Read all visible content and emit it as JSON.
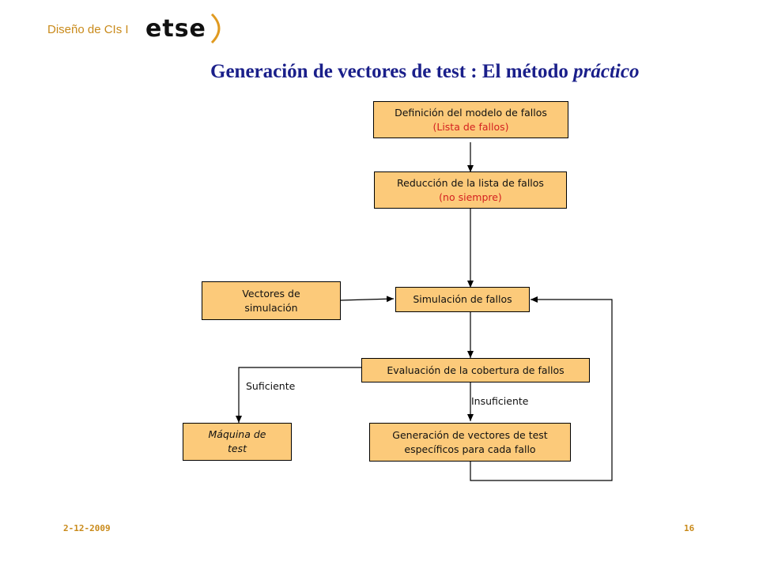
{
  "header": {
    "course": "Diseño de CIs I",
    "logo_text": "etse"
  },
  "title": {
    "main": "Generación de vectores de test : El método",
    "emphasis": "práctico"
  },
  "boxes": {
    "definicion": {
      "line1": "Definición del modelo de fallos",
      "line2": "(Lista de fallos)"
    },
    "reduccion": {
      "line1": "Reducción de la lista de fallos",
      "line2": "(no siempre)"
    },
    "vectores_sim": {
      "line1": "Vectores de",
      "line2": "simulación"
    },
    "simulacion": {
      "line1": "Simulación de fallos"
    },
    "evaluacion": {
      "line1": "Evaluación de la cobertura de fallos"
    },
    "maquina": {
      "line1": "Máquina de",
      "line2": "test"
    },
    "generacion": {
      "line1": "Generación de vectores de test",
      "line2": "específicos para cada fallo"
    }
  },
  "labels": {
    "suficiente": "Suficiente",
    "insuficiente": "Insuficiente"
  },
  "footer": {
    "date": "2-12-2009",
    "page": "16"
  },
  "colors": {
    "box_fill": "#fcca7a",
    "title": "#1a1f8a",
    "accent": "#c98a1a",
    "red_text": "#d42020"
  }
}
